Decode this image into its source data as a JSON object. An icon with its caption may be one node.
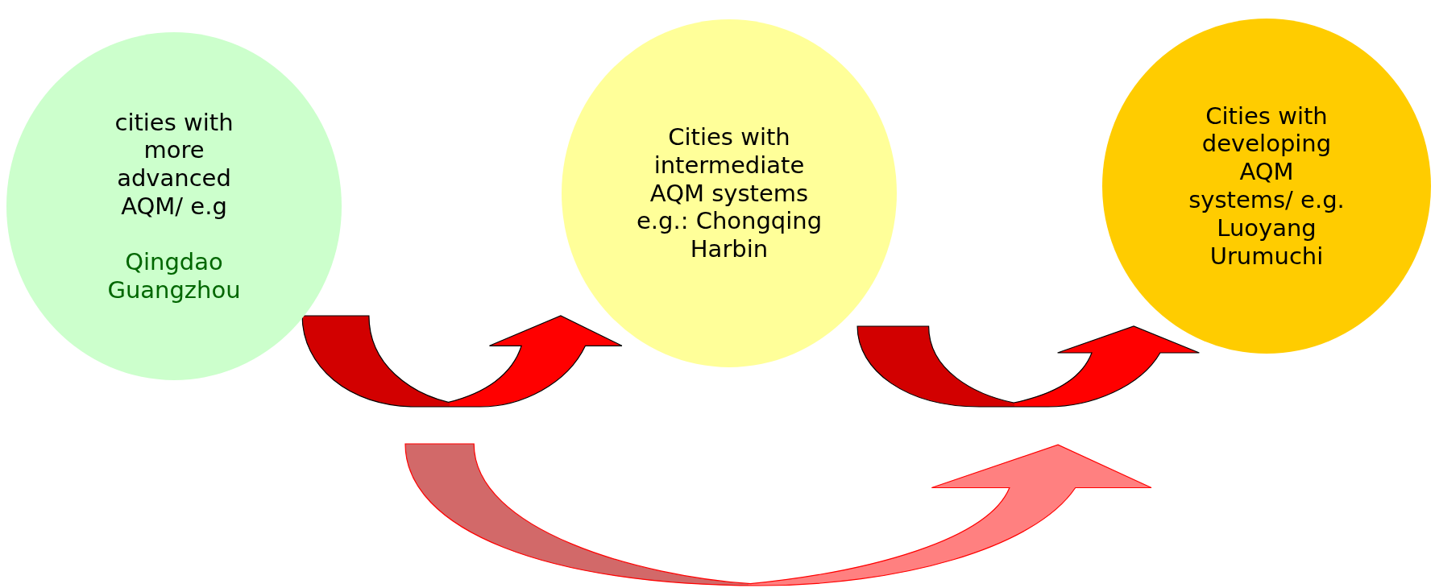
{
  "diagram": {
    "nodes": [
      {
        "text": [
          "cities with more advanced AQM/ e.g",
          "Qingdao Guangzhou"
        ]
      },
      {
        "text": [
          "Cities with intermediate AQM systems e.g.: Chongqing Harbin"
        ]
      },
      {
        "text": [
          "Cities with developing AQM systems/ e.g. Luoyang Urumuchi"
        ]
      }
    ],
    "edges": [
      {
        "from": 0,
        "to": 1,
        "arrow": "to"
      },
      {
        "from": 1,
        "to": 2,
        "arrow": "to"
      },
      {
        "from": 0,
        "to": 2,
        "arrow": "to",
        "color": "#ff8080"
      }
    ]
  }
}
